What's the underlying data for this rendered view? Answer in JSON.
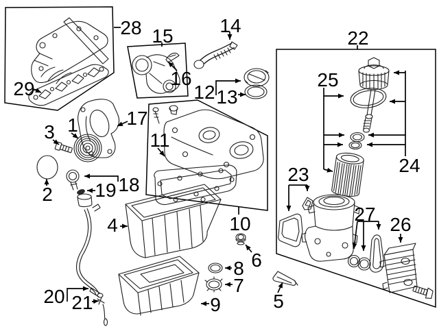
{
  "figure": {
    "kind": "exploded-parts-diagram",
    "background_color": "#ffffff",
    "line_color": "#000000"
  },
  "diagram": {
    "callouts": [
      {
        "label": "1"
      },
      {
        "label": "2"
      },
      {
        "label": "3"
      },
      {
        "label": "4"
      },
      {
        "label": "5"
      },
      {
        "label": "6"
      },
      {
        "label": "7"
      },
      {
        "label": "8"
      },
      {
        "label": "9"
      },
      {
        "label": "10"
      },
      {
        "label": "11"
      },
      {
        "label": "12"
      },
      {
        "label": "13"
      },
      {
        "label": "14"
      },
      {
        "label": "15"
      },
      {
        "label": "16"
      },
      {
        "label": "17"
      },
      {
        "label": "18"
      },
      {
        "label": "19"
      },
      {
        "label": "20"
      },
      {
        "label": "21"
      },
      {
        "label": "22"
      },
      {
        "label": "23"
      },
      {
        "label": "24"
      },
      {
        "label": "25"
      },
      {
        "label": "26"
      },
      {
        "label": "27"
      },
      {
        "label": "28"
      },
      {
        "label": "29"
      }
    ]
  }
}
